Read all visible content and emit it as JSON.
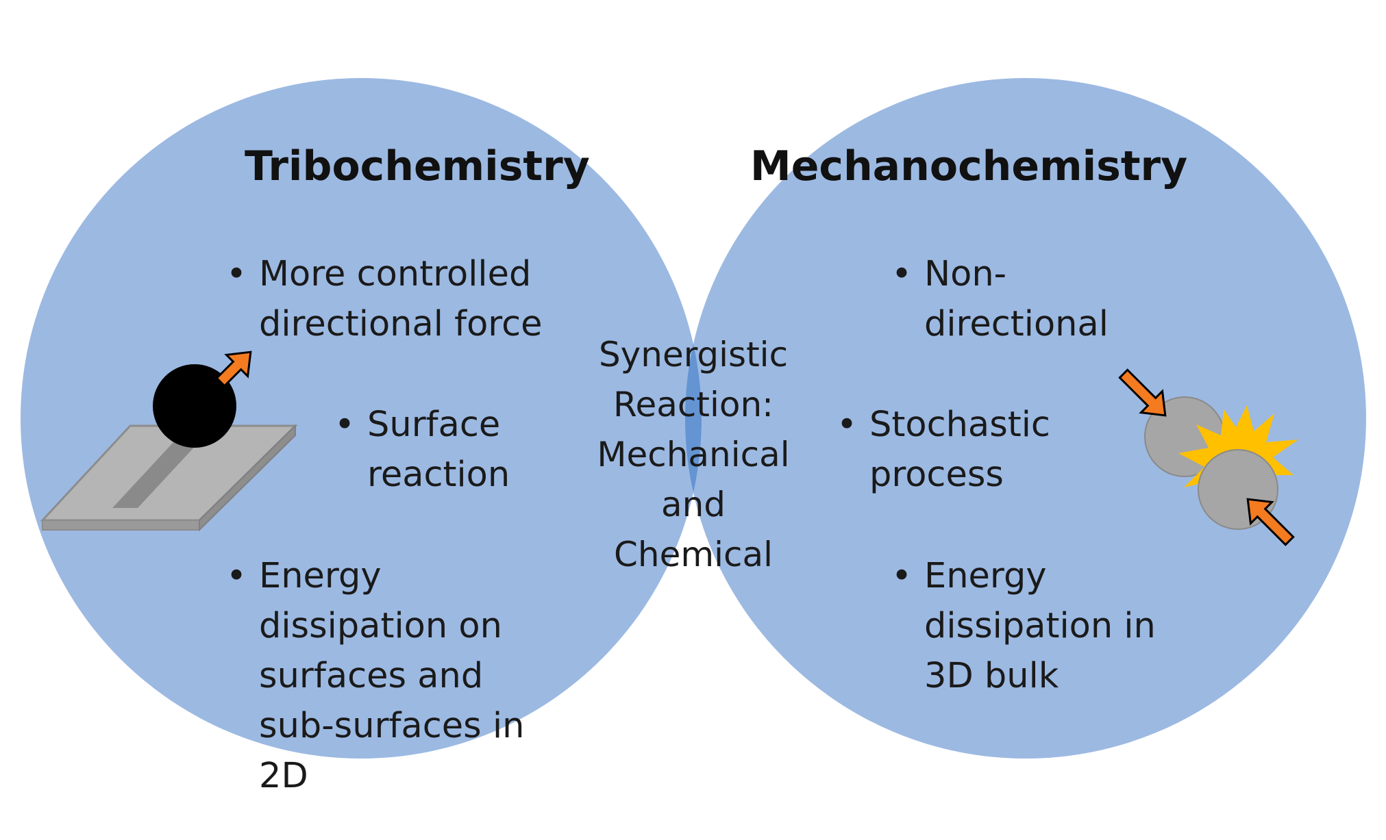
{
  "colors": {
    "circle_fill": "#9cb9e2",
    "overlap_fill": "#6494d2",
    "text": "#111111",
    "arrow": "#f47b20",
    "ball": "#000000",
    "plate": "#b0b0b0",
    "groove": "#8a8a8a",
    "particle": "#a6a6a6",
    "flash": "#ffc000"
  },
  "left": {
    "title": "Tribochemistry",
    "bullet_symbol": "•",
    "bullets": [
      {
        "text": "More controlled\ndirectional force"
      },
      {
        "text": "Surface\nreaction"
      },
      {
        "text": "Energy\ndissipation on\nsurfaces and\nsub-surfaces in\n2D"
      }
    ]
  },
  "right": {
    "title": "Mechanochemistry",
    "bullet_symbol": "•",
    "bullets": [
      {
        "text": "Non-\ndirectional"
      },
      {
        "text": "Stochastic\nprocess"
      },
      {
        "text": "Energy\ndissipation in\n3D bulk"
      }
    ]
  },
  "center": {
    "text": "Synergistic\nReaction:\nMechanical\nand\nChemical"
  },
  "icons": {
    "left_illustration": "ball-sliding-on-plate-icon",
    "right_illustration": "colliding-particles-icon"
  }
}
